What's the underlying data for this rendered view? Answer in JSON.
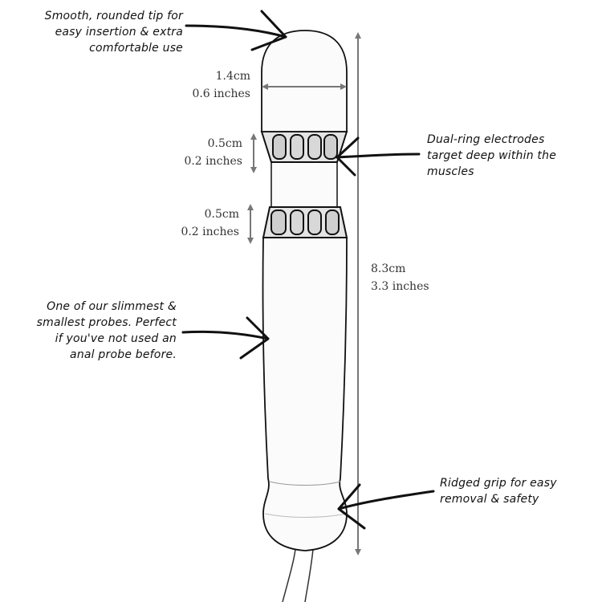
{
  "callouts": {
    "tip": [
      "Smooth, rounded tip for",
      "easy insertion & extra",
      "comfortable use"
    ],
    "electrodes": [
      "Dual-ring electrodes",
      "target deep within the",
      "muscles"
    ],
    "slim": [
      "One of our slimmest &",
      "smallest probes. Perfect",
      "if you've not used an",
      "anal probe before."
    ],
    "grip": [
      "Ridged grip for easy",
      "removal & safety"
    ]
  },
  "dimensions": {
    "width": [
      "1.4cm",
      "0.6 inches"
    ],
    "ring_upper": [
      "0.5cm",
      "0.2 inches"
    ],
    "ring_lower": [
      "0.5cm",
      "0.2 inches"
    ],
    "length": [
      "8.3cm",
      "3.3 inches"
    ]
  },
  "colors": {
    "line": "#111111",
    "dimension": "#777777",
    "body_fill": "#fbfbfb",
    "electrode_fill": "#dcdcdc"
  }
}
